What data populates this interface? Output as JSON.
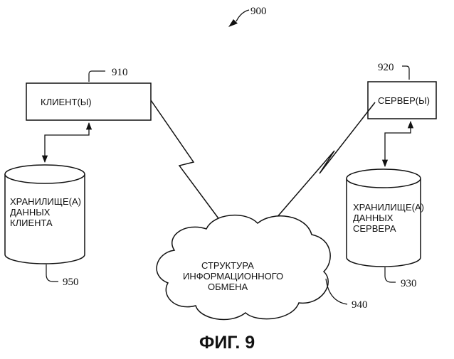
{
  "figure": {
    "ref_number": "900",
    "caption": "ФИГ. 9"
  },
  "client": {
    "label": "КЛИЕНТ(Ы)",
    "ref": "910"
  },
  "server": {
    "label": "СЕРВЕР(Ы)",
    "ref": "920"
  },
  "client_store": {
    "lines": [
      "ХРАНИЛИЩЕ(А)",
      "ДАННЫХ",
      "КЛИЕНТА"
    ],
    "ref": "950"
  },
  "server_store": {
    "lines": [
      "ХРАНИЛИЩЕ(А)",
      "ДАННЫХ",
      "СЕРВЕРА"
    ],
    "ref": "930"
  },
  "framework": {
    "lines": [
      "СТРУКТУРА",
      "ИНФОРМАЦИОННОГО",
      "ОБМЕНА"
    ],
    "ref": "940"
  }
}
